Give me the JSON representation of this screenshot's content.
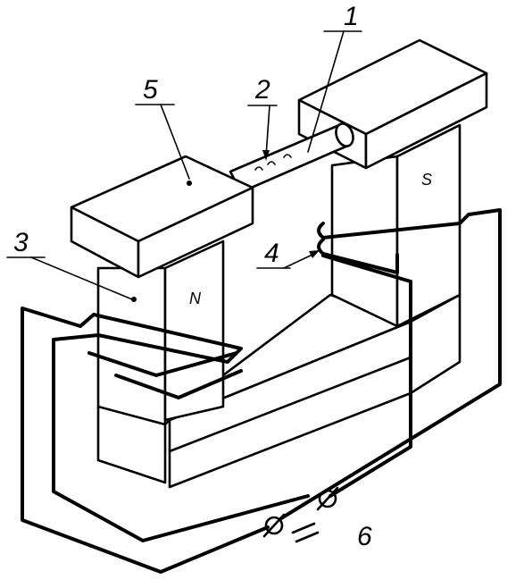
{
  "labels": {
    "rod": "1",
    "gap": "2",
    "core": "3",
    "coil": "4",
    "pole_piece": "5",
    "supply": "6"
  },
  "poles": {
    "north": "N",
    "south": "S"
  },
  "supply_symbol": "="
}
